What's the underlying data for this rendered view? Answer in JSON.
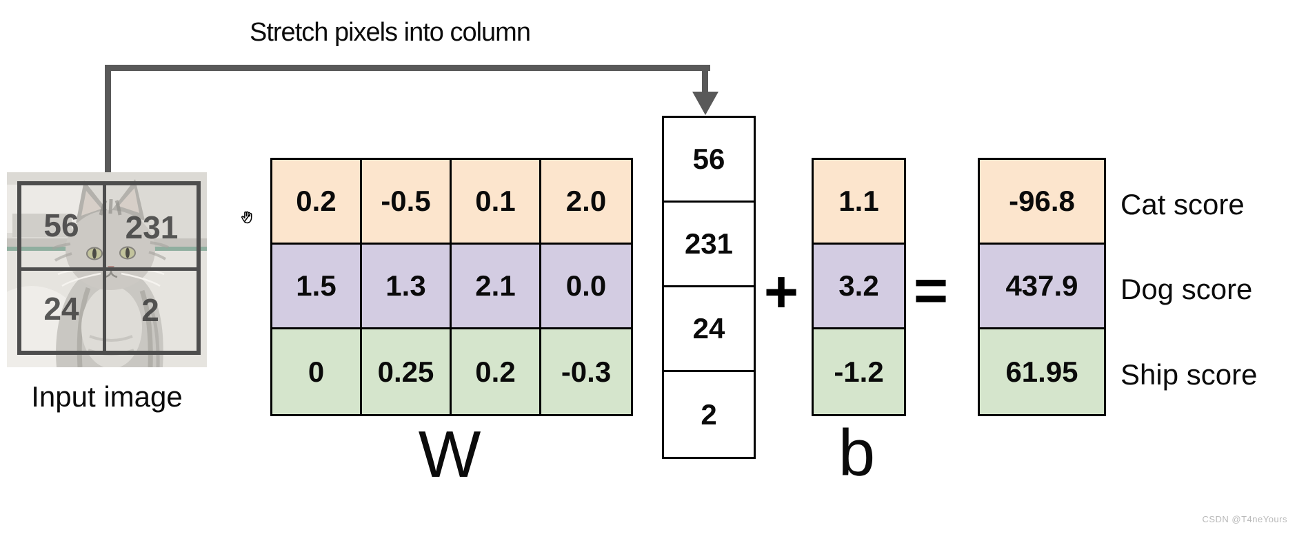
{
  "title": "Stretch pixels into column",
  "input_image": {
    "label": "Input image",
    "pixel_values": [
      [
        "56",
        "231"
      ],
      [
        "24",
        "2"
      ]
    ]
  },
  "w_matrix": {
    "label": "W",
    "rows": [
      {
        "name": "cat-row",
        "color": "#FCE5CD",
        "cells": [
          "0.2",
          "-0.5",
          "0.1",
          "2.0"
        ]
      },
      {
        "name": "dog-row",
        "color": "#D3CCE2",
        "cells": [
          "1.5",
          "1.3",
          "2.1",
          "0.0"
        ]
      },
      {
        "name": "ship-row",
        "color": "#D5E5CC",
        "cells": [
          "0",
          "0.25",
          "0.2",
          "-0.3"
        ]
      }
    ]
  },
  "pixel_column": {
    "cells": [
      "56",
      "231",
      "24",
      "2"
    ]
  },
  "operators": {
    "plus": "+",
    "equals": "="
  },
  "bias": {
    "label": "b",
    "cells": [
      {
        "value": "1.1",
        "color": "#FCE5CD"
      },
      {
        "value": "3.2",
        "color": "#D3CCE2"
      },
      {
        "value": "-1.2",
        "color": "#D5E5CC"
      }
    ]
  },
  "scores": {
    "rows": [
      {
        "value": "-96.8",
        "label": "Cat score",
        "color": "#FCE5CD"
      },
      {
        "value": "437.9",
        "label": "Dog score",
        "color": "#D3CCE2"
      },
      {
        "value": "61.95",
        "label": "Ship score",
        "color": "#D5E5CC"
      }
    ]
  },
  "icons": {
    "cursor": "grab-hand-cursor"
  },
  "colors": {
    "arrow": "#595959",
    "cell_border": "#000000",
    "photo_grid": "#4D4D4D",
    "row_cat": "#FCE5CD",
    "row_dog": "#D3CCE2",
    "row_ship": "#D5E5CC",
    "watermark": "#B9B9B9"
  },
  "watermark": "CSDN @T4neYours"
}
